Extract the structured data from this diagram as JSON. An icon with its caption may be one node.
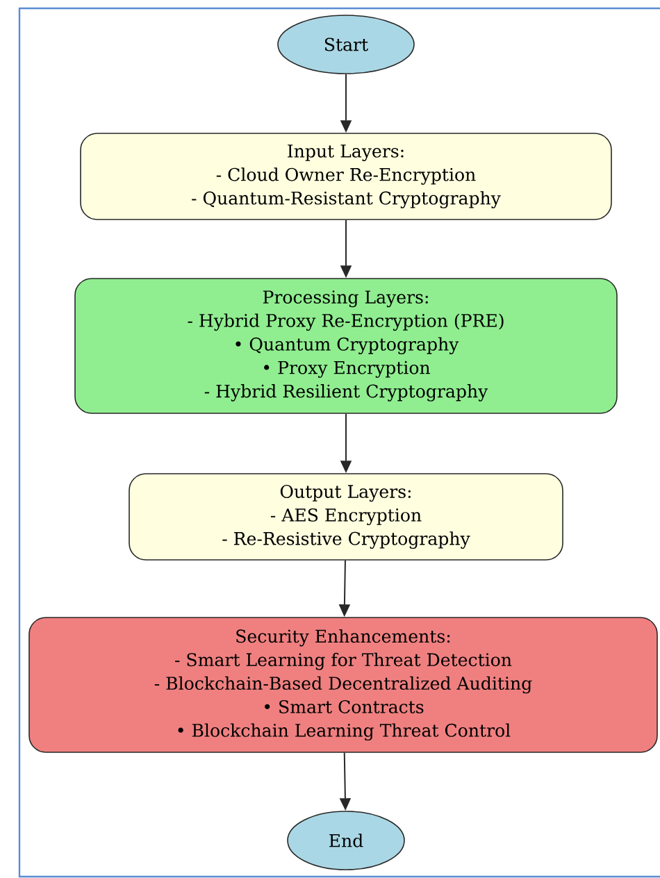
{
  "diagram": {
    "nodes": [
      {
        "text": [
          "Start"
        ]
      },
      {
        "text": [
          "Input Layers:",
          "- Cloud Owner Re-Encryption",
          "- Quantum-Resistant Cryptography"
        ]
      },
      {
        "text": [
          "Processing Layers:",
          "- Hybrid Proxy Re-Encryption (PRE)",
          "• Quantum Cryptography",
          "• Proxy Encryption",
          "- Hybrid Resilient Cryptography"
        ]
      },
      {
        "text": [
          "Output Layers:",
          "- AES Encryption",
          "- Re-Resistive Cryptography"
        ]
      },
      {
        "text": [
          "Security Enhancements:",
          "- Smart Learning for Threat Detection",
          "- Blockchain-Based Decentralized Auditing",
          "• Smart Contracts",
          "• Blockchain Learning Threat Control"
        ]
      },
      {
        "text": [
          "End"
        ]
      }
    ],
    "edges": [
      {
        "from": 0,
        "to": 1,
        "arrow": "to"
      },
      {
        "from": 1,
        "to": 2,
        "arrow": "to"
      },
      {
        "from": 2,
        "to": 3,
        "arrow": "to"
      },
      {
        "from": 3,
        "to": 4,
        "arrow": "to"
      },
      {
        "from": 4,
        "to": 5,
        "arrow": "to"
      }
    ]
  }
}
